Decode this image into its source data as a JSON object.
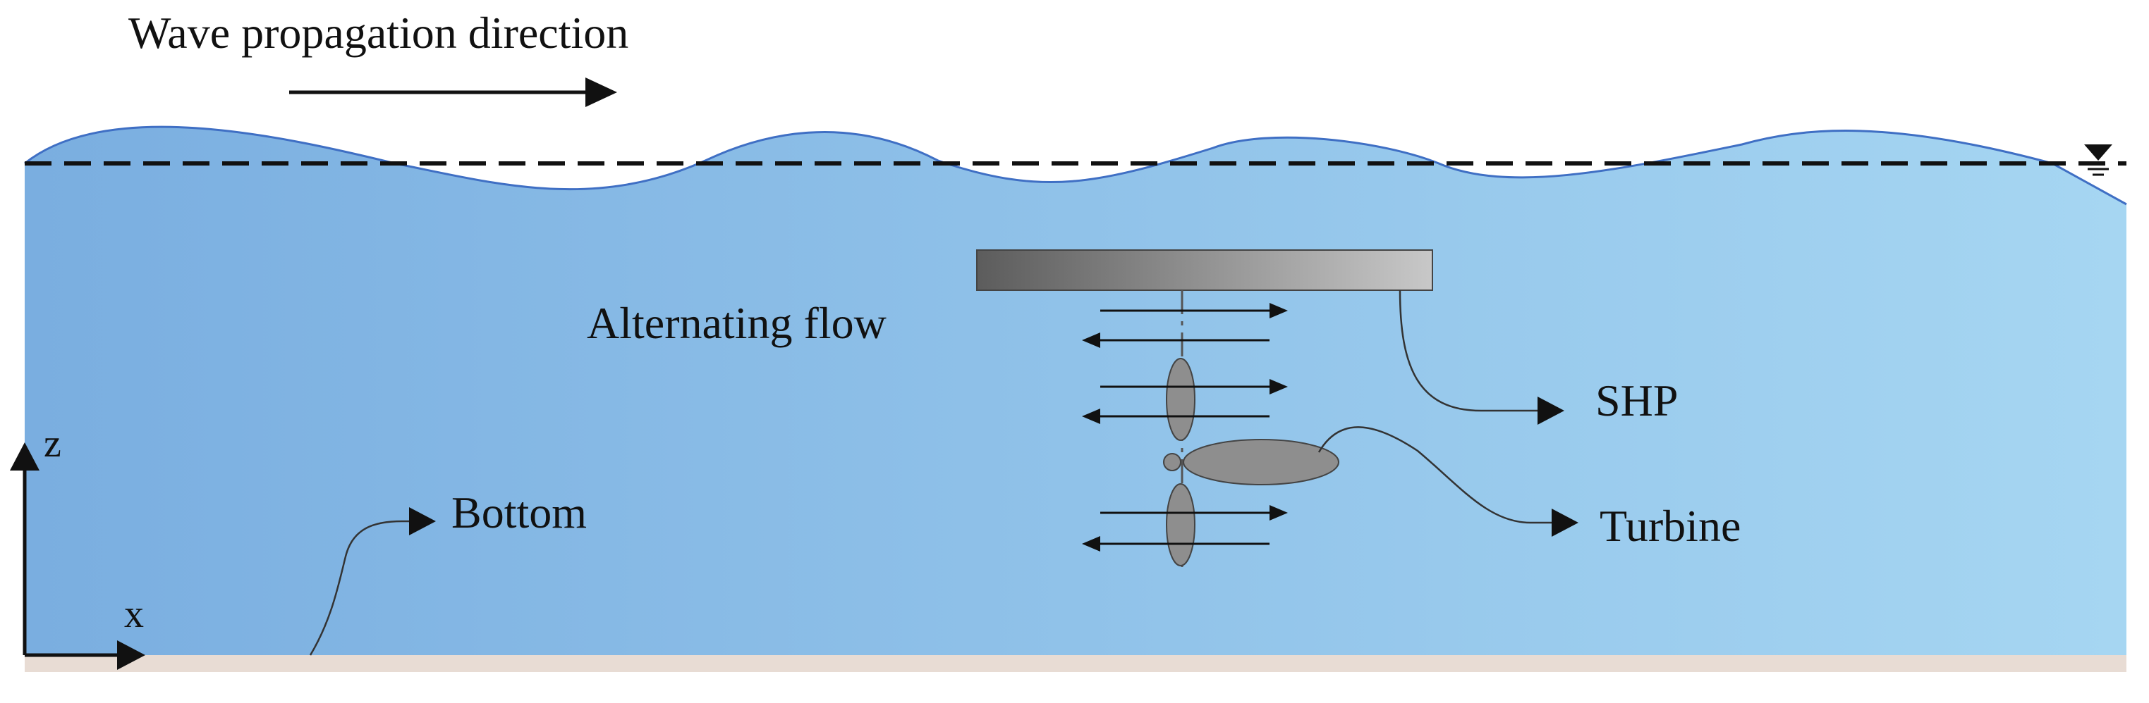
{
  "labels": {
    "wave_direction": "Wave propagation direction",
    "alternating_flow": "Alternating flow",
    "shp": "SHP",
    "turbine": "Turbine",
    "bottom": "Bottom",
    "axis_z": "z",
    "axis_x": "x"
  },
  "colors": {
    "water_left": "#7aaee0",
    "water_right": "#a6d6f2",
    "wave_line": "#3f6fc4",
    "seabed": "#e8dcd4",
    "plate_dark": "#5c5c5c",
    "plate_light": "#c8c8c8",
    "turbine_fill": "#8e8e8e",
    "ink": "#111111"
  },
  "icons": {
    "water_level": "water-level-triangle-icon"
  }
}
